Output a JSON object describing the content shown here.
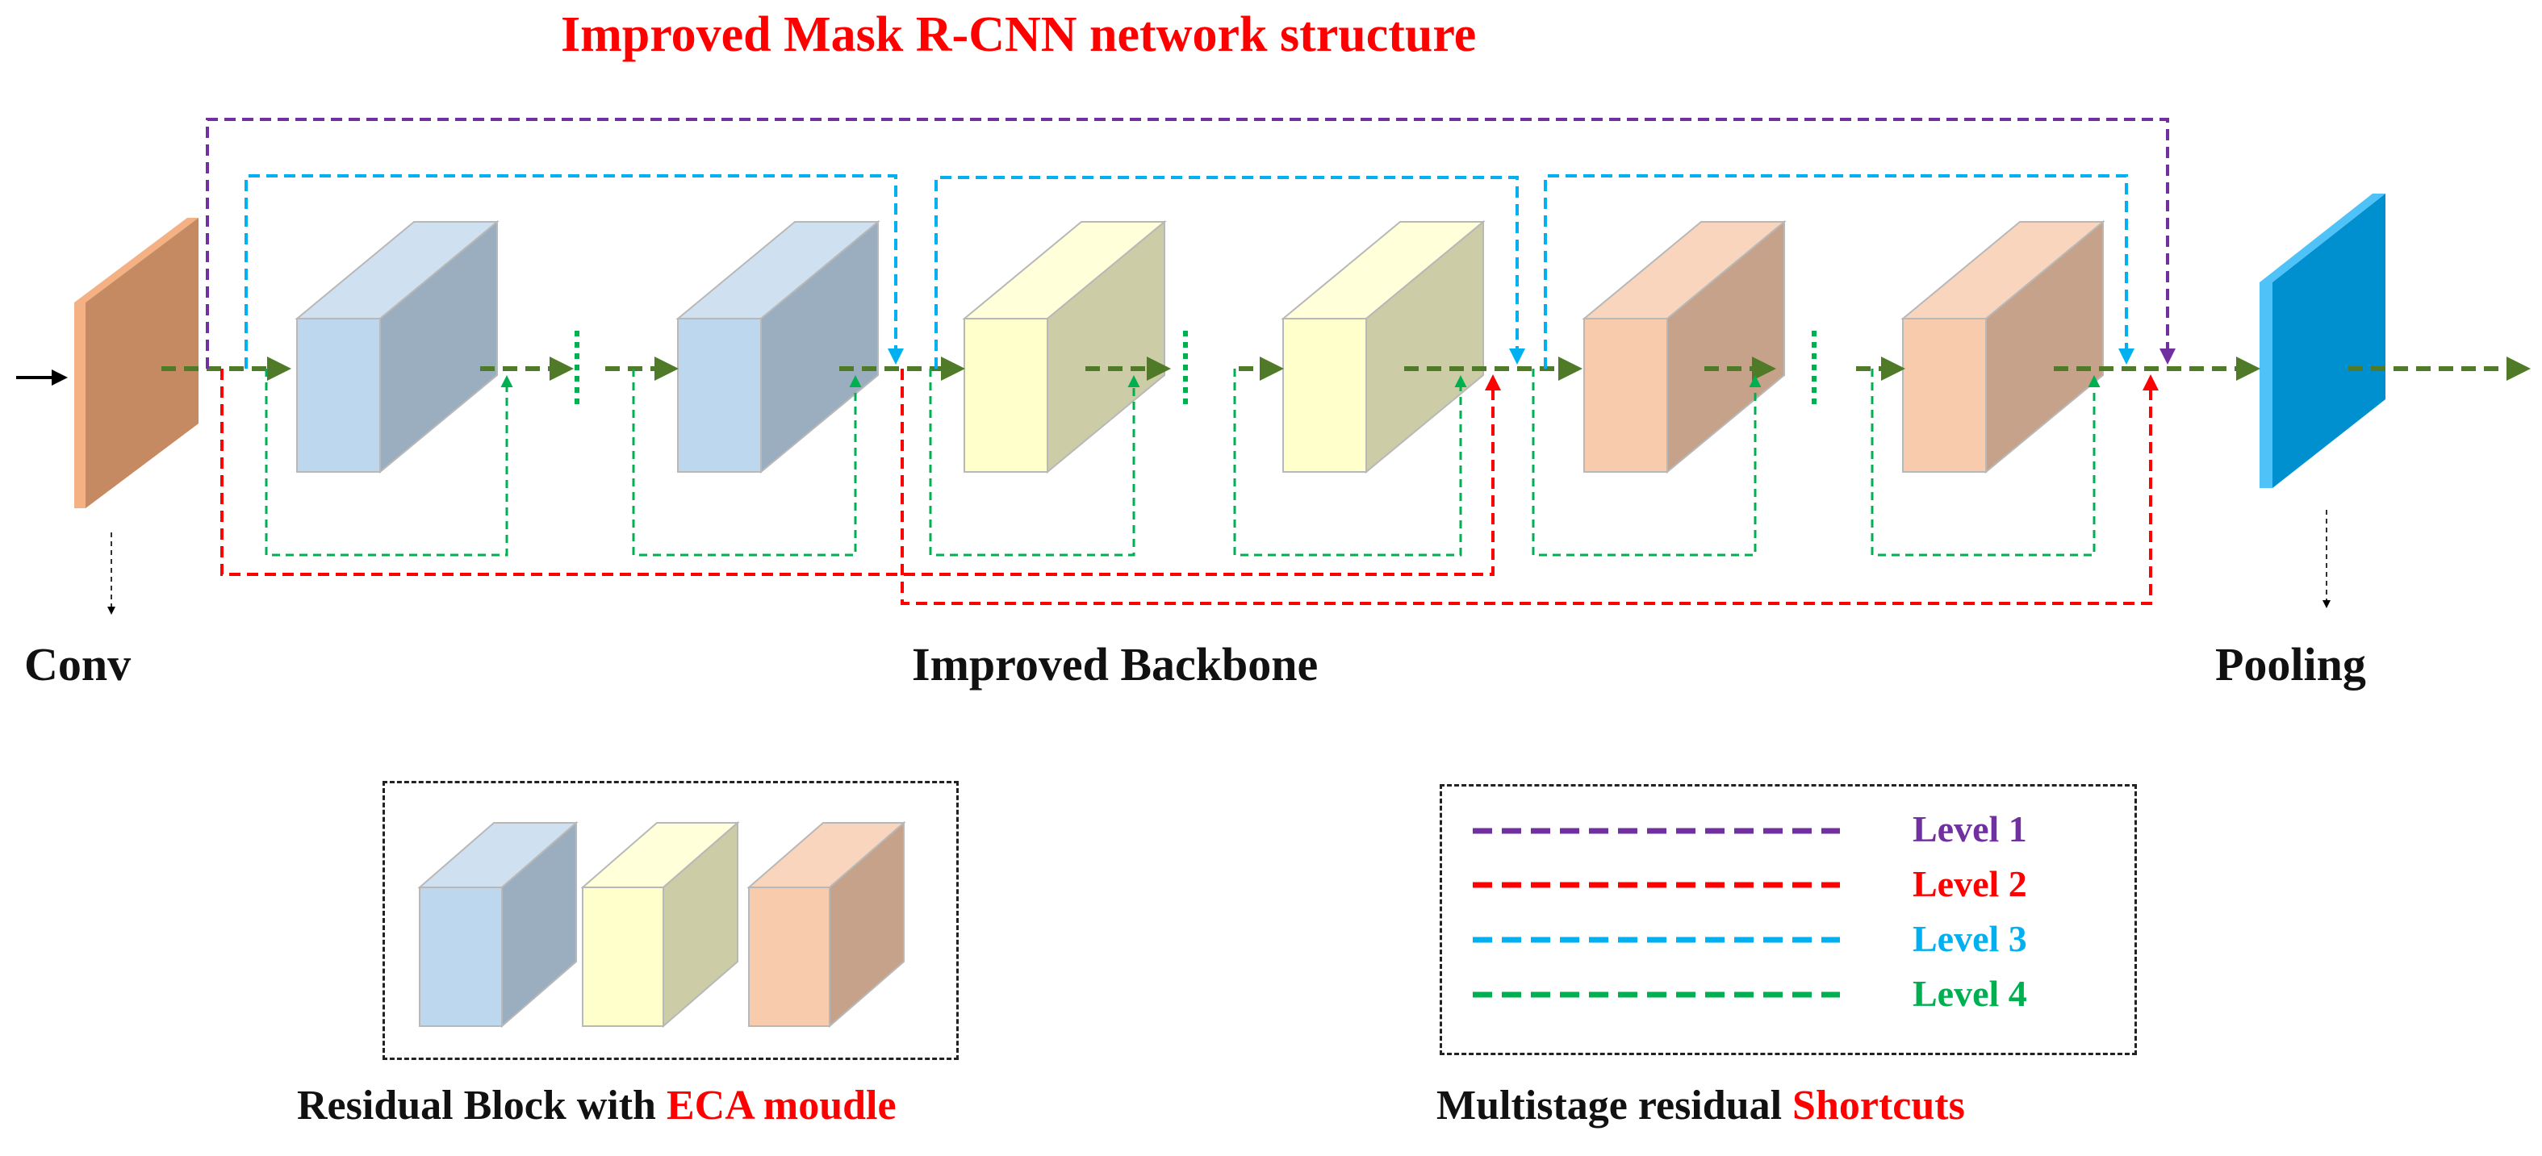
{
  "title": "Improved Mask R-CNN network structure",
  "labels": {
    "conv": "Conv",
    "backbone": "Improved Backbone",
    "pooling": "Pooling"
  },
  "captions": {
    "residual_prefix": "Residual Block with ",
    "residual_highlight": "ECA moudle",
    "shortcuts_prefix": "Multistage residual ",
    "shortcuts_highlight": "Shortcuts"
  },
  "legend": [
    {
      "label": "Level 1",
      "color": "#7030a0"
    },
    {
      "label": "Level 2",
      "color": "#ff0000"
    },
    {
      "label": "Level 3",
      "color": "#00b0f0"
    },
    {
      "label": "Level 4",
      "color": "#00b050"
    }
  ],
  "colors": {
    "flow": "#4f7a28",
    "conv_front": "#c58a62",
    "conv_side": "#f4b183",
    "pool_front": "#0090d0",
    "pool_side": "#4fc3f7",
    "blue_front": "#bdd7ee",
    "blue_side": "#9aaec0",
    "blue_top": "#cfe0f1",
    "yellow_front": "#ffffcc",
    "yellow_side": "#cccca6",
    "yellow_top": "#ffffd9",
    "peach_front": "#f8cbad",
    "peach_side": "#c6a28a",
    "peach_top": "#f9d5bd"
  }
}
